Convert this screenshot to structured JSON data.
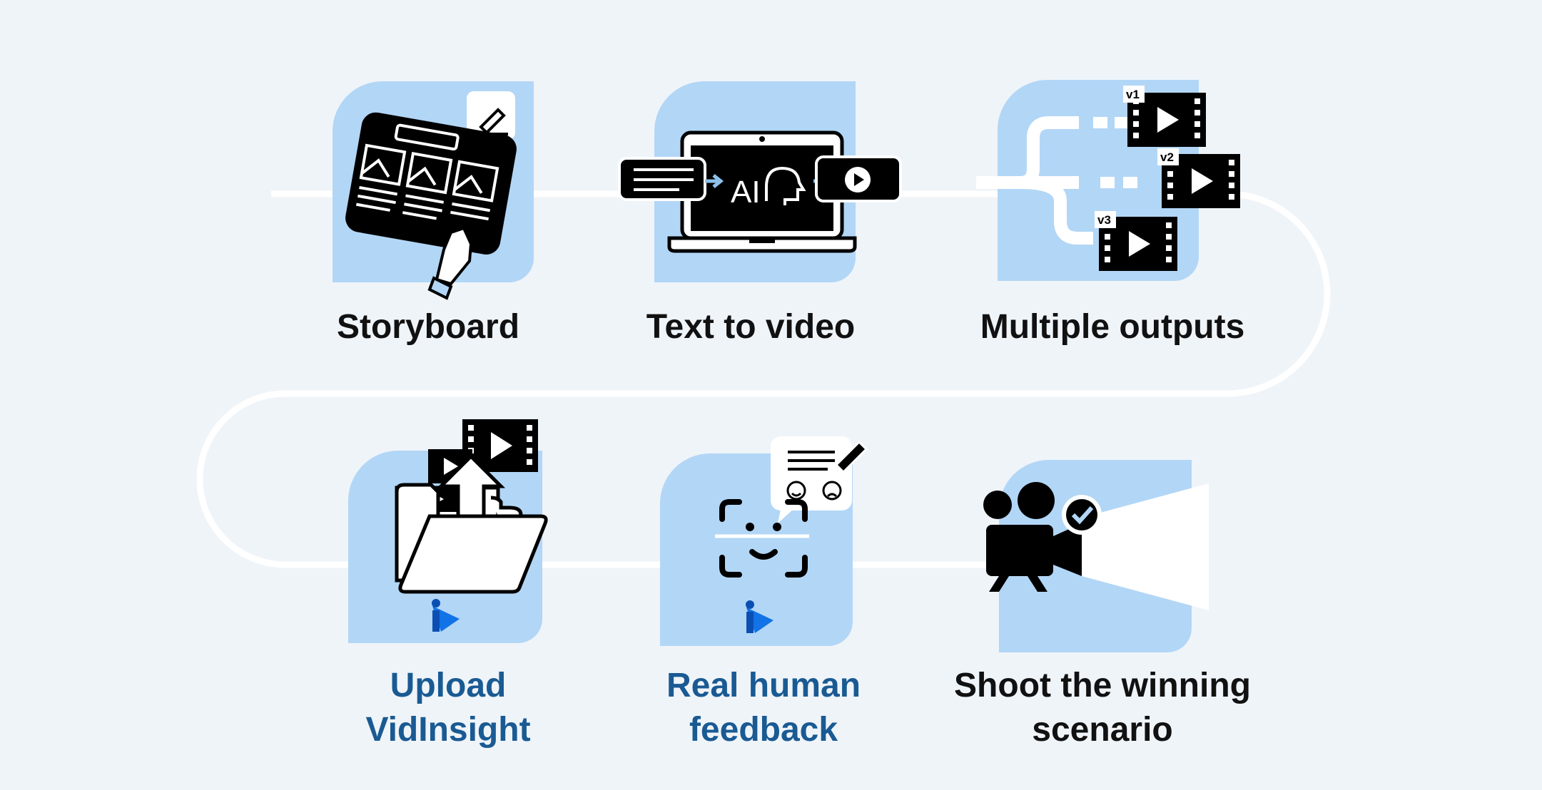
{
  "steps": [
    {
      "label": "Storyboard",
      "icon": "storyboard-icon"
    },
    {
      "label": "Text to video",
      "icon": "text-to-video-icon"
    },
    {
      "label": "Multiple outputs",
      "icon": "multiple-outputs-icon"
    },
    {
      "label_line1": "Upload",
      "label_line2": "VidInsight",
      "icon": "upload-folder-icon"
    },
    {
      "label_line1": "Real human",
      "label_line2": "feedback",
      "icon": "face-scan-icon"
    },
    {
      "label_line1": "Shoot the winning",
      "label_line2": "scenario",
      "icon": "video-camera-icon"
    }
  ],
  "icon_text": {
    "ai": "AI",
    "v1": "v1",
    "v2": "v2",
    "v3": "v3"
  },
  "colors": {
    "background": "#eff4f9",
    "tile": "#b2d6f6",
    "path": "#ffffff",
    "icon": "#000000",
    "accent_label": "#1a5a93",
    "label": "#111111",
    "brand_blue": "#1173e6"
  }
}
